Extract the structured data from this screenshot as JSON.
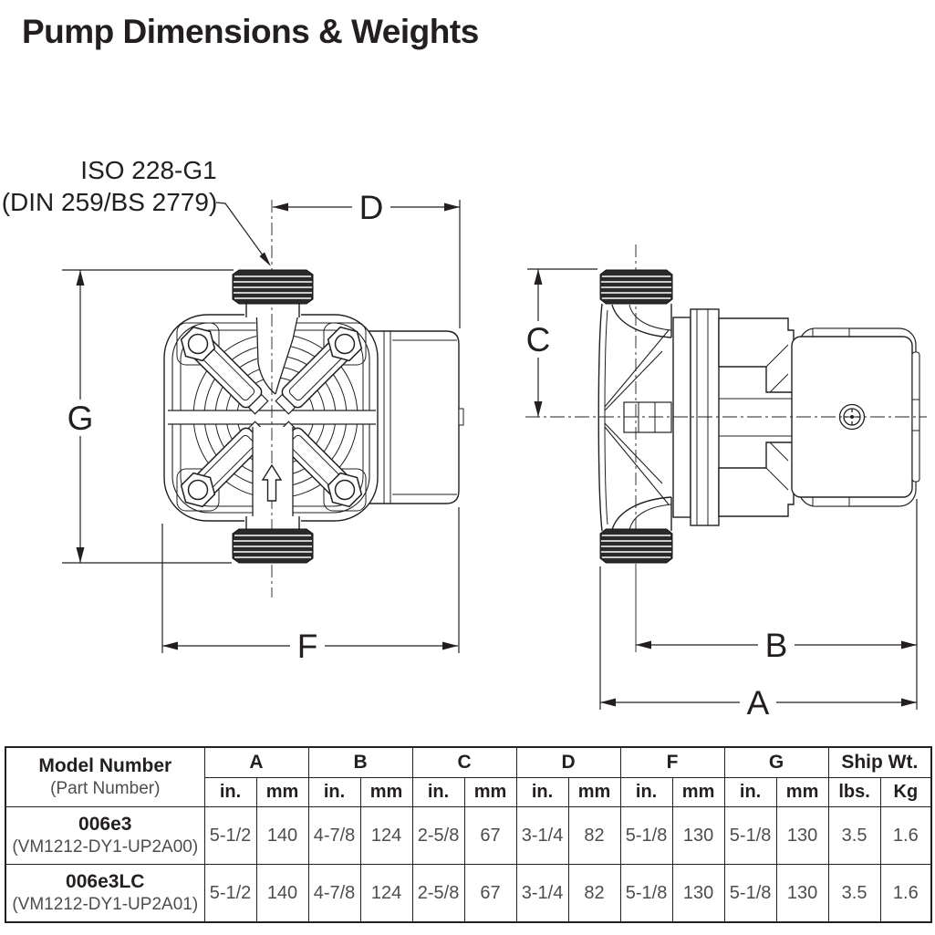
{
  "page": {
    "title": "Pump Dimensions & Weights"
  },
  "colors": {
    "ink": "#231F20",
    "muted_text": "#4D4D4F",
    "thread_fill": "#2A2A2A"
  },
  "drawing": {
    "connection_note": {
      "line1": "ISO 228-G1",
      "line2": "(DIN 259/BS 2779)"
    },
    "dimension_labels": {
      "a": "A",
      "b": "B",
      "c": "C",
      "d": "D",
      "f": "F",
      "g": "G"
    }
  },
  "table": {
    "model_header": "Model Number",
    "part_header": "(Part Number)",
    "columns": [
      {
        "label": "A",
        "sub": [
          "in.",
          "mm"
        ]
      },
      {
        "label": "B",
        "sub": [
          "in.",
          "mm"
        ]
      },
      {
        "label": "C",
        "sub": [
          "in.",
          "mm"
        ]
      },
      {
        "label": "D",
        "sub": [
          "in.",
          "mm"
        ]
      },
      {
        "label": "F",
        "sub": [
          "in.",
          "mm"
        ]
      },
      {
        "label": "G",
        "sub": [
          "in.",
          "mm"
        ]
      },
      {
        "label": "Ship Wt.",
        "sub": [
          "lbs.",
          "Kg"
        ]
      }
    ],
    "rows": [
      {
        "model": "006e3",
        "part": "(VM1212-DY1-UP2A00)",
        "values": [
          "5-1/2",
          "140",
          "4-7/8",
          "124",
          "2-5/8",
          "67",
          "3-1/4",
          "82",
          "5-1/8",
          "130",
          "5-1/8",
          "130",
          "3.5",
          "1.6"
        ]
      },
      {
        "model": "006e3LC",
        "part": "(VM1212-DY1-UP2A01)",
        "values": [
          "5-1/2",
          "140",
          "4-7/8",
          "124",
          "2-5/8",
          "67",
          "3-1/4",
          "82",
          "5-1/8",
          "130",
          "5-1/8",
          "130",
          "3.5",
          "1.6"
        ]
      }
    ]
  }
}
